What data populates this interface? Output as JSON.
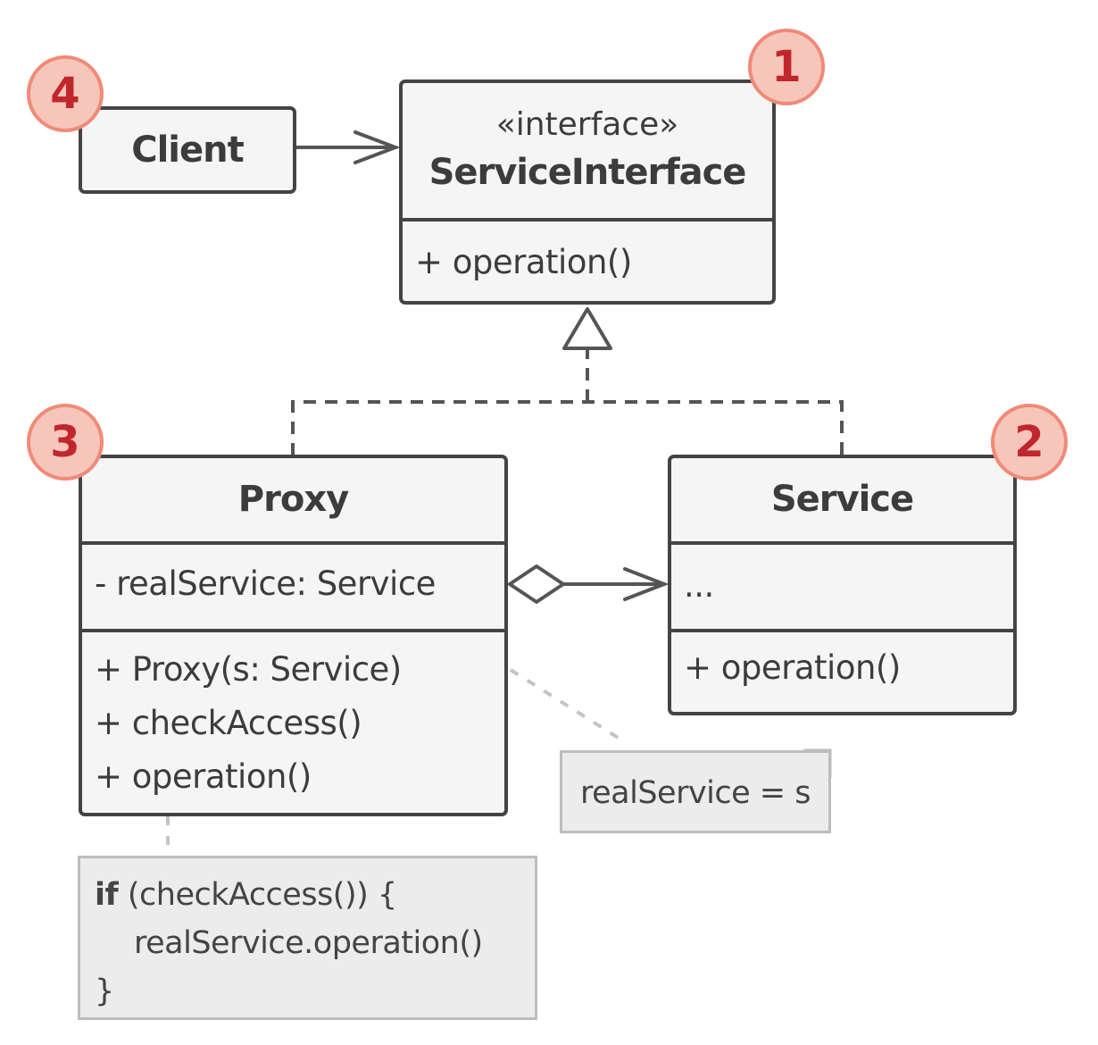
{
  "client": {
    "title": "Client"
  },
  "service_interface": {
    "stereotype": "«interface»",
    "title": "ServiceInterface",
    "methods": [
      "+ operation()"
    ]
  },
  "proxy": {
    "title": "Proxy",
    "fields": [
      "- realService: Service"
    ],
    "methods": [
      "+ Proxy(s: Service)",
      "+ checkAccess()",
      "+ operation()"
    ]
  },
  "service": {
    "title": "Service",
    "fields": [
      "..."
    ],
    "methods": [
      "+ operation()"
    ]
  },
  "notes": {
    "constructor_note": "realService = s",
    "operation_note": {
      "keyword": "if",
      "line1_rest": " (checkAccess()) {",
      "line2": "realService.operation()",
      "line3": "}"
    }
  },
  "badges": [
    "1",
    "2",
    "3",
    "4"
  ],
  "colors": {
    "border": "#444444",
    "box_fill": "#f5f5f5",
    "note_fill": "#ececec",
    "badge_fill": "#f7c6bb",
    "badge_border": "#f08a78",
    "badge_text": "#c0272d"
  }
}
